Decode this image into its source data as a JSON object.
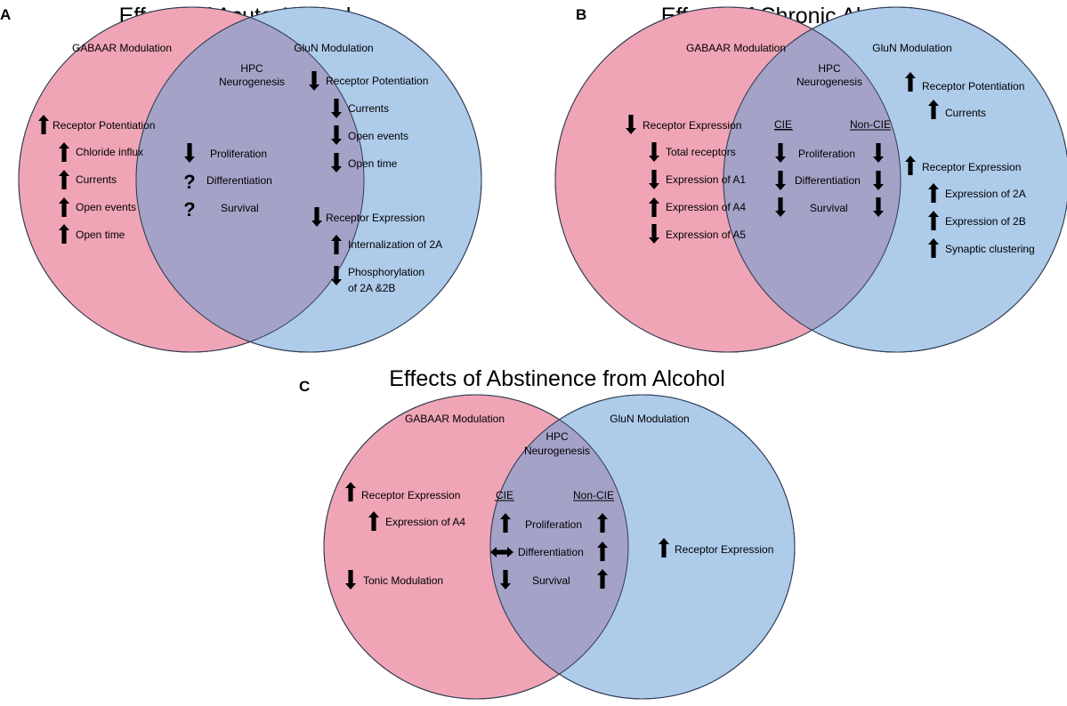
{
  "colors": {
    "gaba": "#efa5b6",
    "glun": "#aecbea",
    "overlap": "#a5a2c8",
    "stroke": "#2f3b52"
  },
  "panels": [
    {
      "letter": "A",
      "title": "Effects of Acute Alcohol",
      "left_header": "GABAAR Modulation",
      "right_header": "GluN Modulation",
      "center_header": [
        "HPC",
        "Neurogenesis"
      ],
      "left_items": [
        {
          "arrow": "up",
          "label": "Receptor Potentiation",
          "level": 0
        },
        {
          "arrow": "up",
          "label": "Chloride influx",
          "level": 1
        },
        {
          "arrow": "up",
          "label": "Currents",
          "level": 1
        },
        {
          "arrow": "up",
          "label": "Open events",
          "level": 1
        },
        {
          "arrow": "up",
          "label": "Open time",
          "level": 1
        }
      ],
      "center_items": [
        {
          "cie": "down",
          "label": "Proliferation"
        },
        {
          "cie": "question",
          "label": "Differentiation"
        },
        {
          "cie": "question",
          "label": "Survival"
        }
      ],
      "right_items": [
        {
          "arrow": "down",
          "label": "Receptor Potentiation",
          "level": 0
        },
        {
          "arrow": "down",
          "label": "Currents",
          "level": 1
        },
        {
          "arrow": "down",
          "label": "Open events",
          "level": 1
        },
        {
          "arrow": "down",
          "label": "Open time",
          "level": 1
        },
        {
          "arrow": "down",
          "label": "Receptor Expression",
          "level": 0
        },
        {
          "arrow": "up",
          "label": "Internalization of 2A",
          "level": 1
        },
        {
          "arrow": "down",
          "label": "Phosphorylation",
          "label2": "of 2A &2B",
          "level": 1
        }
      ]
    },
    {
      "letter": "B",
      "title": "Effects of Chronic Alcohol",
      "left_header": "GABAAR Modulation",
      "right_header": "GluN Modulation",
      "center_header": [
        "HPC",
        "Neurogenesis"
      ],
      "col_labels": [
        "CIE",
        "Non-CIE"
      ],
      "left_items": [
        {
          "arrow": "down",
          "label": "Receptor Expression",
          "level": 0
        },
        {
          "arrow": "down",
          "label": "Total receptors",
          "level": 1
        },
        {
          "arrow": "down",
          "label": "Expression of A1",
          "level": 1
        },
        {
          "arrow": "up",
          "label": "Expression of A4",
          "level": 1
        },
        {
          "arrow": "down",
          "label": "Expression of A5",
          "level": 1
        }
      ],
      "center_items": [
        {
          "cie": "down",
          "label": "Proliferation",
          "noncie": "down"
        },
        {
          "cie": "down",
          "label": "Differentiation",
          "noncie": "down"
        },
        {
          "cie": "down",
          "label": "Survival",
          "noncie": "down"
        }
      ],
      "right_items": [
        {
          "arrow": "up",
          "label": "Receptor Potentiation",
          "level": 0
        },
        {
          "arrow": "up",
          "label": "Currents",
          "level": 1
        },
        {
          "arrow": "up",
          "label": "Receptor Expression",
          "level": 0
        },
        {
          "arrow": "up",
          "label": "Expression of 2A",
          "level": 1
        },
        {
          "arrow": "up",
          "label": "Expression of 2B",
          "level": 1
        },
        {
          "arrow": "up",
          "label": "Synaptic clustering",
          "level": 1
        }
      ]
    },
    {
      "letter": "C",
      "title": "Effects of Abstinence from Alcohol",
      "left_header": "GABAAR Modulation",
      "right_header": "GluN Modulation",
      "center_header": [
        "HPC",
        "Neurogenesis"
      ],
      "col_labels": [
        "CIE",
        "Non-CIE"
      ],
      "left_items": [
        {
          "arrow": "up",
          "label": "Receptor Expression",
          "level": 0
        },
        {
          "arrow": "up",
          "label": "Expression of A4",
          "level": 1
        },
        {
          "arrow": "down",
          "label": "Tonic Modulation",
          "level": 0
        }
      ],
      "center_items": [
        {
          "cie": "up",
          "label": "Proliferation",
          "noncie": "up"
        },
        {
          "cie": "both",
          "label": "Differentiation",
          "noncie": "up"
        },
        {
          "cie": "down",
          "label": "Survival",
          "noncie": "up"
        }
      ],
      "right_items": [
        {
          "arrow": "up",
          "label": "Receptor Expression",
          "level": 0
        }
      ]
    }
  ]
}
